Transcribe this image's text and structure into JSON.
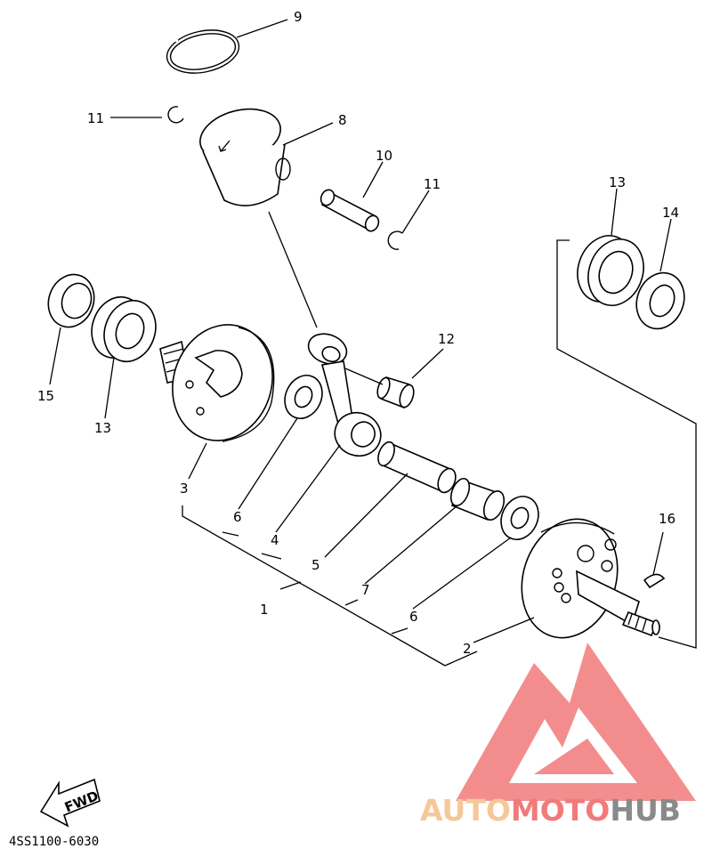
{
  "diagram": {
    "part_code": "4SS1100-6030",
    "fwd_label": "FWD",
    "callouts": [
      {
        "id": "c9",
        "text": "9"
      },
      {
        "id": "c11a",
        "text": "11"
      },
      {
        "id": "c8",
        "text": "8"
      },
      {
        "id": "c10",
        "text": "10"
      },
      {
        "id": "c11b",
        "text": "11"
      },
      {
        "id": "c13a",
        "text": "13"
      },
      {
        "id": "c14",
        "text": "14"
      },
      {
        "id": "c12",
        "text": "12"
      },
      {
        "id": "c15",
        "text": "15"
      },
      {
        "id": "c13b",
        "text": "13"
      },
      {
        "id": "c3",
        "text": "3"
      },
      {
        "id": "c6a",
        "text": "6"
      },
      {
        "id": "c4",
        "text": "4"
      },
      {
        "id": "c5",
        "text": "5"
      },
      {
        "id": "c1",
        "text": "1"
      },
      {
        "id": "c7",
        "text": "7"
      },
      {
        "id": "c6b",
        "text": "6"
      },
      {
        "id": "c2",
        "text": "2"
      },
      {
        "id": "c16",
        "text": "16"
      }
    ]
  },
  "watermark": {
    "part1": "AUTO",
    "part2": "MOTO",
    "part3": "HUB",
    "color_light": "#f5c89a",
    "color_red": "#f27a7a",
    "color_dark": "#8a8a8a"
  }
}
